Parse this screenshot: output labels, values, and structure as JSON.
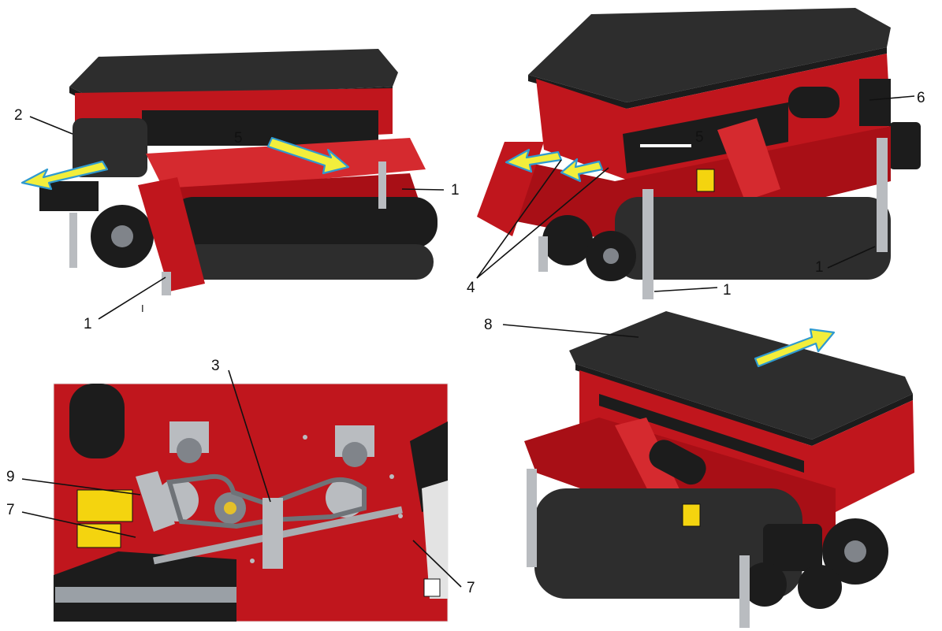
{
  "callouts": {
    "c_tl_2": "2",
    "c_tl_5": "5",
    "c_tl_1a": "1",
    "c_tl_1b": "1",
    "c_tl_tick": "I",
    "c_tr_6": "6",
    "c_tr_5": "5",
    "c_tr_4": "4",
    "c_tr_1a": "1",
    "c_tr_1b": "1",
    "c_bl_3": "3",
    "c_bl_9": "9",
    "c_bl_7a": "7",
    "c_bl_7b": "7",
    "c_br_8": "8"
  },
  "colors": {
    "machine_red": "#c0161d",
    "hopper_lid": "#2d2d2d",
    "arrow_fill": "#f2ee3c",
    "arrow_outline": "#2f9ad0",
    "warning_yellow": "#f4d40f"
  }
}
